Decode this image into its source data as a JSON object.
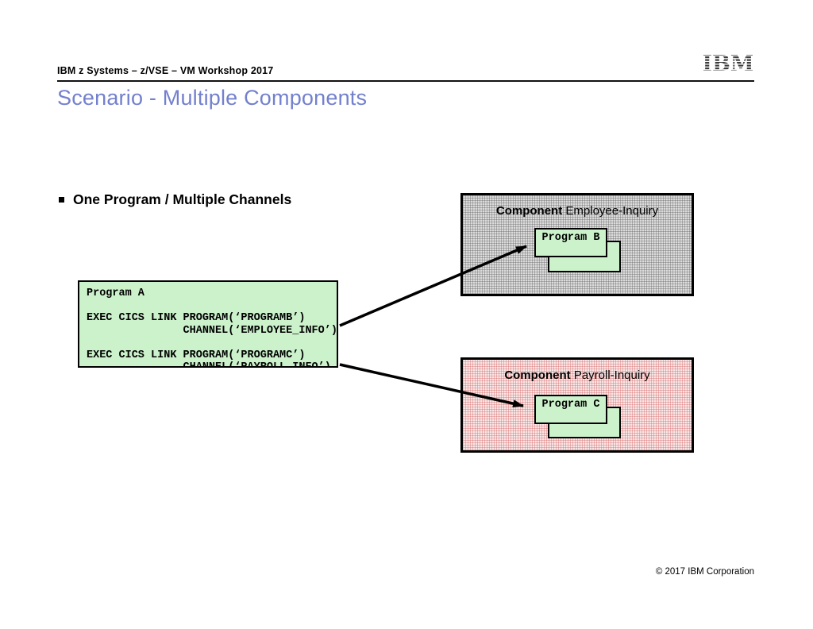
{
  "slide": {
    "breadcrumb": "IBM z Systems – z/VSE – VM Workshop 2017",
    "logo_text": "IBM",
    "title": "Scenario - Multiple Components",
    "bullet": "One Program / Multiple Channels",
    "footer": "© 2017 IBM Corporation"
  },
  "code_box": {
    "code": "Program A\n\nEXEC CICS LINK PROGRAM(‘PROGRAMB’)\n               CHANNEL(‘EMPLOYEE_INFO’)\n\nEXEC CICS LINK PROGRAM(‘PROGRAMC’)\n               CHANNEL(‘PAYROLL_INFO’)"
  },
  "components": [
    {
      "label_bold": "Component",
      "label_rest": "Employee-Inquiry",
      "program_label": "Program B"
    },
    {
      "label_bold": "Component",
      "label_rest": "Payroll-Inquiry",
      "program_label": "Program C"
    }
  ],
  "colors": {
    "title_blue": "#7380ce",
    "program_green": "#ccf2cc",
    "employee_gray": "#dcdcdc",
    "payroll_pink": "#f9e7e7",
    "border_black": "#000000"
  }
}
